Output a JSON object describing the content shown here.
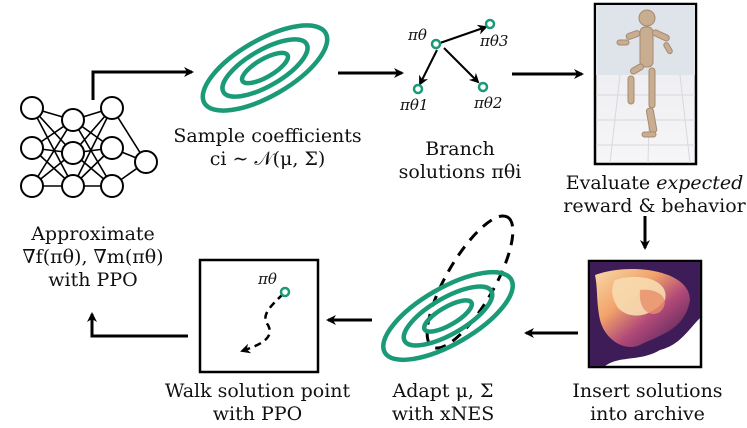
{
  "colors": {
    "ellipse": "#1a9a76",
    "arrow": "#000000"
  },
  "steps": {
    "approximate": {
      "line1": "Approximate",
      "line2": "∇f(πθ), ∇m(πθ)",
      "line3": "with PPO"
    },
    "sample": {
      "line1": "Sample coefficients",
      "line2": "ci ∼ 𝒩(μ, Σ)"
    },
    "branch": {
      "line1": "Branch",
      "line2": "solutions πθi"
    },
    "evaluate": {
      "line1_prefix": "Evaluate ",
      "line1_emph": "expected",
      "line2": "reward & behavior"
    },
    "insert": {
      "line1": "Insert solutions",
      "line2": "into archive"
    },
    "adapt": {
      "line1": "Adapt μ, Σ",
      "line2": "with xNES"
    },
    "walk": {
      "line1": "Walk solution point",
      "line2": "with PPO"
    }
  },
  "branch_labels": {
    "theta": "πθ",
    "theta1": "πθ1",
    "theta2": "πθ2",
    "theta3": "πθ3"
  },
  "walk_label": "πθ",
  "icons": [
    "neural-network-icon",
    "gaussian-ellipse-icon",
    "branch-tree-icon",
    "humanoid-robot-image",
    "archive-heatmap-image",
    "search-distribution-update-icon",
    "walk-path-icon"
  ]
}
